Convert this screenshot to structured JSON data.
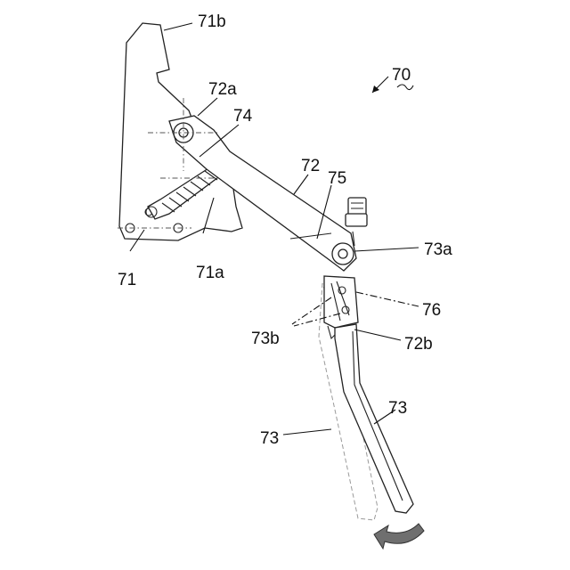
{
  "figure": {
    "labels": {
      "l70": "70",
      "l71": "71",
      "l71a": "71a",
      "l71b": "71b",
      "l72": "72",
      "l72a": "72a",
      "l72b": "72b",
      "l73_left": "73",
      "l73_right": "73",
      "l73a": "73a",
      "l73b": "73b",
      "l74": "74",
      "l75": "75",
      "l76": "76"
    },
    "colors": {
      "line": "#222222",
      "rotation_arrow_fill": "#6f6f6f"
    },
    "icons": {
      "rotation": "curved-arrow-icon",
      "reference": "arrow-icon"
    }
  }
}
